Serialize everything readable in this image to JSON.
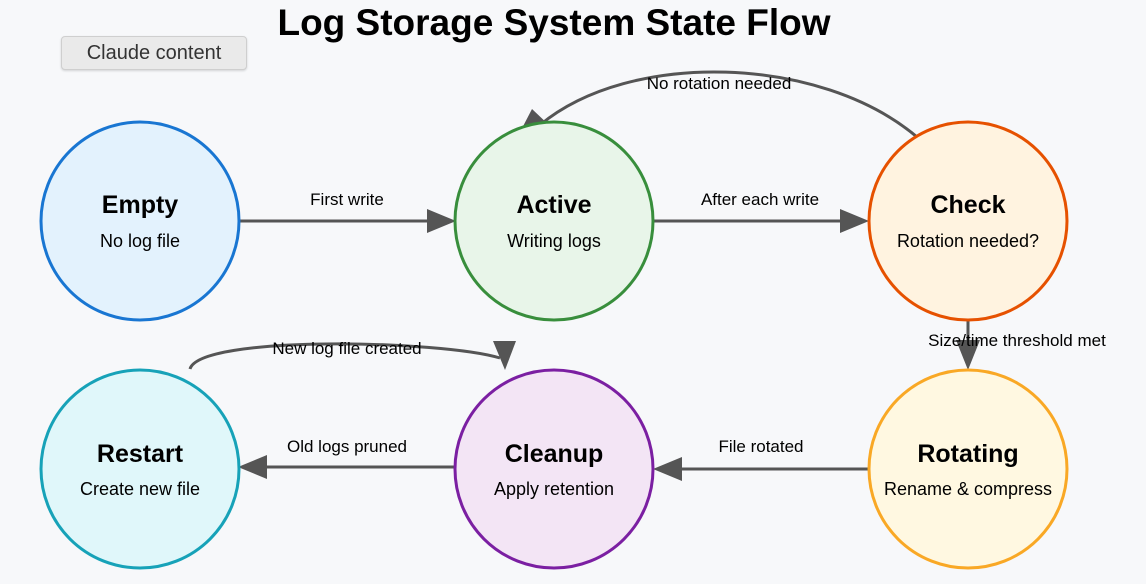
{
  "title": "Log Storage System State Flow",
  "badge": "Claude content",
  "states": {
    "empty": {
      "name": "Empty",
      "description": "No log file",
      "fill": "#e3f2fd",
      "stroke": "#1976d2"
    },
    "active": {
      "name": "Active",
      "description": "Writing logs",
      "fill": "#e8f5e9",
      "stroke": "#388e3c"
    },
    "check": {
      "name": "Check",
      "description": "Rotation needed?",
      "fill": "#fff3e0",
      "stroke": "#e65100"
    },
    "rotating": {
      "name": "Rotating",
      "description": "Rename & compress",
      "fill": "#fff8e1",
      "stroke": "#f9a825"
    },
    "cleanup": {
      "name": "Cleanup",
      "description": "Apply retention",
      "fill": "#f3e5f5",
      "stroke": "#7b1fa2"
    },
    "restart": {
      "name": "Restart",
      "description": "Create new file",
      "fill": "#e0f7fa",
      "stroke": "#17a2b8"
    }
  },
  "transitions": {
    "empty_active": "First write",
    "active_check": "After each write",
    "check_active": "No rotation needed",
    "check_rotating": "Size/time threshold met",
    "rotating_cleanup": "File rotated",
    "cleanup_restart": "Old logs pruned",
    "restart_cleanup": "New log file created"
  },
  "colors": {
    "background": "#f7f8fa",
    "edge": "#555555"
  }
}
